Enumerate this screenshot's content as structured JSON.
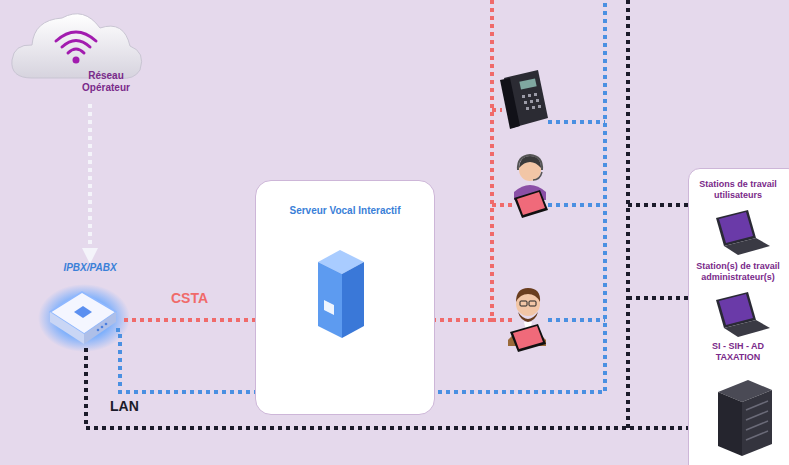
{
  "diagram": {
    "nodes": [
      {
        "text": [
          "Réseau Opérateur"
        ]
      },
      {
        "text": [
          "IPBX/PABX"
        ]
      },
      {
        "text": [
          "Serveur Vocal Interactif"
        ]
      },
      {
        "text": [
          "Stations de travail utilisateurs",
          "Station(s) de travail administrateur(s)",
          "SI - SIH - AD TAXATION"
        ]
      }
    ],
    "edges": [
      {
        "from": 0,
        "to": 1,
        "arrow": "to"
      },
      {
        "from": 1,
        "to": 2,
        "label": "CSTA",
        "arrow": "none"
      },
      {
        "from": 1,
        "to": 3,
        "label": "LAN",
        "arrow": "none"
      }
    ]
  }
}
